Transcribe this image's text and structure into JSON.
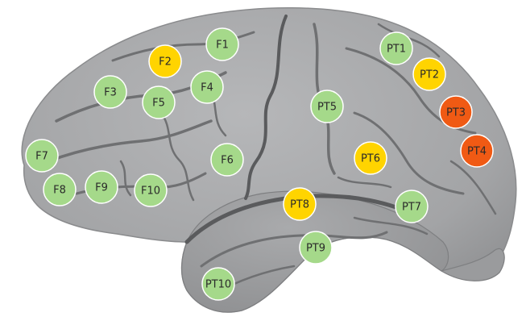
{
  "colors": {
    "background": "#ffffff",
    "brain_fill": "#a7a8aa",
    "brain_shadow": "#8e8f91",
    "sulcus": "#6f7072",
    "green": "#a5d98a",
    "yellow": "#ffd400",
    "orange": "#f05a14",
    "electrode_border": "#ffffff",
    "label": "#2a2a2a"
  },
  "electrodes": [
    {
      "label": "F1",
      "status": "green"
    },
    {
      "label": "F2",
      "status": "yellow"
    },
    {
      "label": "F3",
      "status": "green"
    },
    {
      "label": "F4",
      "status": "green"
    },
    {
      "label": "F5",
      "status": "green"
    },
    {
      "label": "F6",
      "status": "green"
    },
    {
      "label": "F7",
      "status": "green"
    },
    {
      "label": "F8",
      "status": "green"
    },
    {
      "label": "F9",
      "status": "green"
    },
    {
      "label": "F10",
      "status": "green"
    },
    {
      "label": "PT1",
      "status": "green"
    },
    {
      "label": "PT2",
      "status": "yellow"
    },
    {
      "label": "PT3",
      "status": "orange"
    },
    {
      "label": "PT4",
      "status": "orange"
    },
    {
      "label": "PT5",
      "status": "green"
    },
    {
      "label": "PT6",
      "status": "yellow"
    },
    {
      "label": "PT7",
      "status": "green"
    },
    {
      "label": "PT8",
      "status": "yellow"
    },
    {
      "label": "PT9",
      "status": "green"
    },
    {
      "label": "PT10",
      "status": "green"
    }
  ]
}
